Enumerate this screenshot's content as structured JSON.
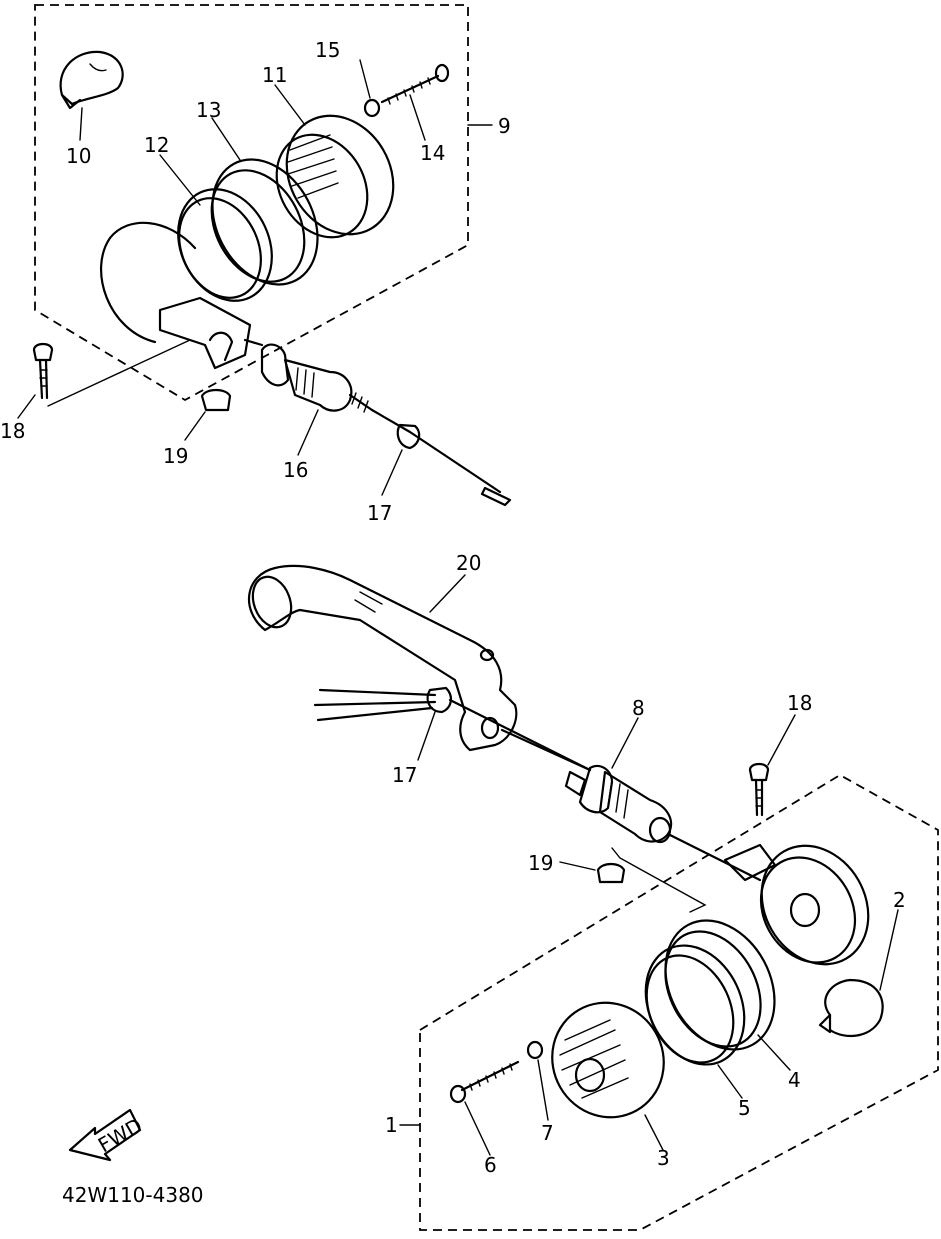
{
  "diagram": {
    "part_code": "42W110-4380",
    "fwd_label": "FWD",
    "callouts": [
      {
        "id": "c1",
        "label": "1"
      },
      {
        "id": "c2",
        "label": "2"
      },
      {
        "id": "c3",
        "label": "3"
      },
      {
        "id": "c4",
        "label": "4"
      },
      {
        "id": "c5",
        "label": "5"
      },
      {
        "id": "c6",
        "label": "6"
      },
      {
        "id": "c7",
        "label": "7"
      },
      {
        "id": "c8",
        "label": "8"
      },
      {
        "id": "c9",
        "label": "9"
      },
      {
        "id": "c10",
        "label": "10"
      },
      {
        "id": "c11",
        "label": "11"
      },
      {
        "id": "c12",
        "label": "12"
      },
      {
        "id": "c13",
        "label": "13"
      },
      {
        "id": "c14",
        "label": "14"
      },
      {
        "id": "c15",
        "label": "15"
      },
      {
        "id": "c16",
        "label": "16"
      },
      {
        "id": "c17a",
        "label": "17"
      },
      {
        "id": "c17b",
        "label": "17"
      },
      {
        "id": "c18a",
        "label": "18"
      },
      {
        "id": "c18b",
        "label": "18"
      },
      {
        "id": "c19a",
        "label": "19"
      },
      {
        "id": "c19b",
        "label": "19"
      },
      {
        "id": "c20",
        "label": "20"
      }
    ]
  }
}
